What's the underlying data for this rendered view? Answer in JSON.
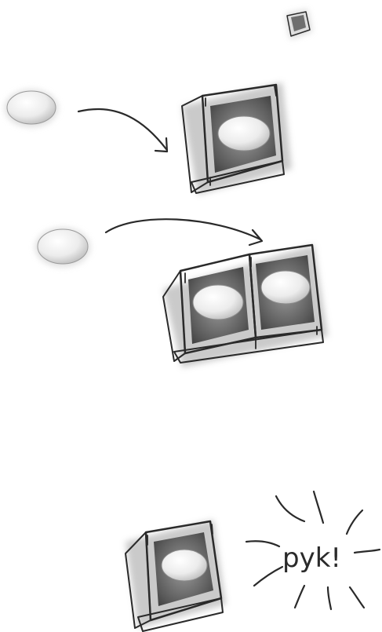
{
  "illustration": {
    "sound_effect": "pyk!",
    "colors": {
      "bead_light": "#f4f4f4",
      "bead_shade": "#cfcfcf",
      "box_dark": "#4a4a4a",
      "box_mid": "#8a8a8a",
      "box_light": "#b9b9b9",
      "ink": "#2a2a2a"
    },
    "scenes": [
      {
        "name": "tiny-box-corner"
      },
      {
        "name": "bead-into-one-slot-box"
      },
      {
        "name": "bead-into-two-slot-box"
      },
      {
        "name": "box-bursting"
      }
    ]
  }
}
